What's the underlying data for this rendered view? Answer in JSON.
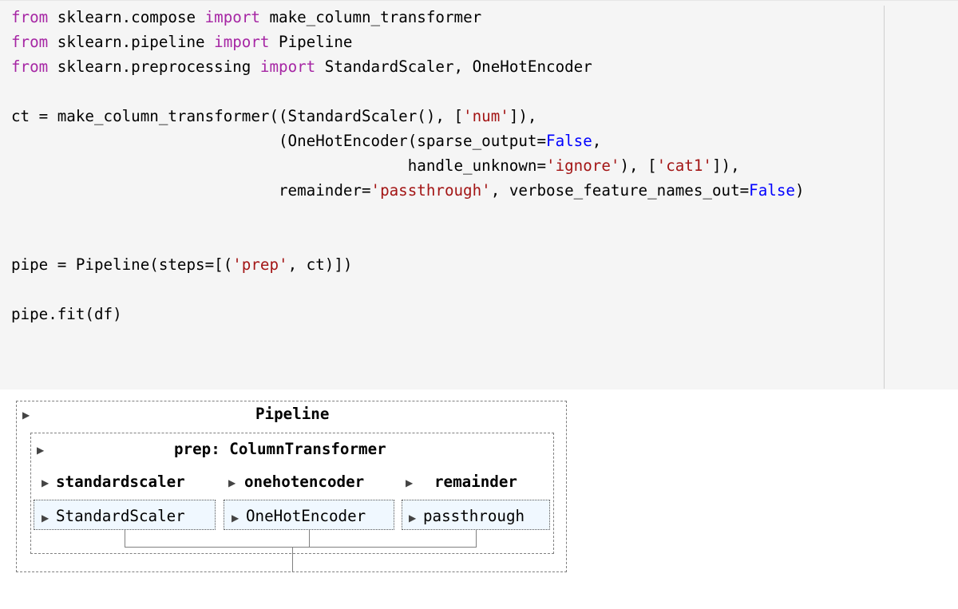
{
  "code": {
    "line1": {
      "kw1": "from",
      "mod": " sklearn.compose ",
      "kw2": "import",
      "rest": " make_column_transformer"
    },
    "line2": {
      "kw1": "from",
      "mod": " sklearn.pipeline ",
      "kw2": "import",
      "rest": " Pipeline"
    },
    "line3": {
      "kw1": "from",
      "mod": " sklearn.preprocessing ",
      "kw2": "import",
      "rest": " StandardScaler, OneHotEncoder"
    },
    "line5": {
      "a": "ct = make_column_transformer((StandardScaler(), [",
      "s1": "'num'",
      "b": "]),"
    },
    "line6": {
      "a": "                             (OneHotEncoder(sparse_output=",
      "f1": "False",
      "b": ","
    },
    "line7": {
      "a": "                                           handle_unknown=",
      "s1": "'ignore'",
      "b": "), [",
      "s2": "'cat1'",
      "c": "]),"
    },
    "line8": {
      "a": "                             remainder=",
      "s1": "'passthrough'",
      "b": ", verbose_feature_names_out=",
      "f1": "False",
      "c": ")"
    },
    "line11": {
      "a": "pipe = Pipeline(steps=[(",
      "s1": "'prep'",
      "b": ", ct)])"
    },
    "line13": {
      "a": "pipe.fit(df)"
    }
  },
  "diagram": {
    "pipeline_label": "Pipeline",
    "column_transformer_label": "prep: ColumnTransformer",
    "branches": [
      {
        "name": "standardscaler",
        "estimator": "StandardScaler"
      },
      {
        "name": "onehotencoder",
        "estimator": "OneHotEncoder"
      },
      {
        "name": "remainder",
        "estimator": "passthrough"
      }
    ],
    "toggle_icon": "▶"
  }
}
